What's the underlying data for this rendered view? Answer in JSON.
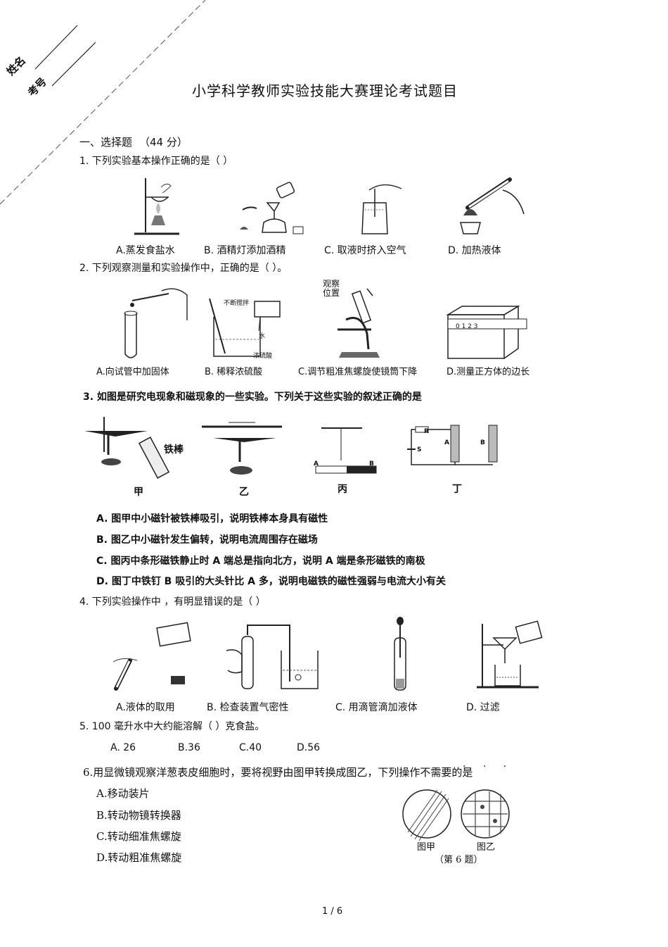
{
  "margin": {
    "name_label": "姓名",
    "exam_no_label": "考号"
  },
  "title": "小学科学教师实验技能大赛理论考试题目",
  "section": {
    "heading": "一、选择题",
    "points": "（44 分）"
  },
  "q1": {
    "stem": "1.   下列实验基本操作正确的是（            ）",
    "options": [
      "A.蒸发食盐水",
      "B.      酒精灯添加酒精",
      "C.      取液时挤入空气",
      "D.      加热液体"
    ]
  },
  "q2": {
    "stem": "2. 下列观察测量和实验操作中，正确的是（                   ）。",
    "fig_labels": {
      "stir": "不断搅拌",
      "water": "水",
      "acid": "浓硫酸",
      "observe_1": "观察",
      "observe_2": "位置",
      "ruler": "0   1   2   3"
    },
    "options": [
      "A.向试管中加固体",
      "B. 稀释浓硫酸",
      "C.调节粗准焦螺旋使镜筒下降",
      "D.测量正方体的边长"
    ]
  },
  "q3": {
    "stem": "3.  如图是研究电现象和磁现象的一些实验。下列关于这些实验的叙述正确的是",
    "fig_labels": {
      "iron_rod": "铁棒",
      "jia": "甲",
      "yi": "乙",
      "bing": "丙",
      "ding": "丁",
      "a": "A",
      "b": "B",
      "r": "R",
      "s": "S"
    },
    "options": [
      "A.  图甲中小磁针被铁棒吸引，说明铁棒本身具有磁性",
      "B.  图乙中小磁针发生偏转，说明电流周围存在磁场",
      "C.  图丙中条形磁铁静止时 A 端总是指向北方，说明 A 端是条形磁铁的南极",
      "D.  图丁中铁钉 B 吸引的大头针比 A 多，说明电磁铁的磁性强弱与电流大小有关"
    ]
  },
  "q4": {
    "stem": "4.   下列实验操作中  ，有明显错误的是（              ）",
    "options": [
      "A.液体的取用",
      "B.      检查装置气密性",
      "C.      用滴管滴加液体",
      "D.      过滤"
    ]
  },
  "q5": {
    "stem": "5. 100    毫升水中大约能溶解（                ）克食盐。",
    "options": [
      "A.   26",
      "B.36",
      "C.40",
      "D.56"
    ]
  },
  "q6": {
    "stem": "6.用显微镜观察洋葱表皮细胞时，要将视野由图甲转换成图乙，下列操作不需要的是",
    "options": [
      "A.移动装片",
      "B.转动物镜转换器",
      "C.转动细准焦螺旋",
      "D.转动粗准焦螺旋"
    ],
    "fig_labels": {
      "jia": "图甲",
      "yi": "图乙",
      "caption": "（第 6 题）"
    }
  },
  "page_number": "1 / 6"
}
